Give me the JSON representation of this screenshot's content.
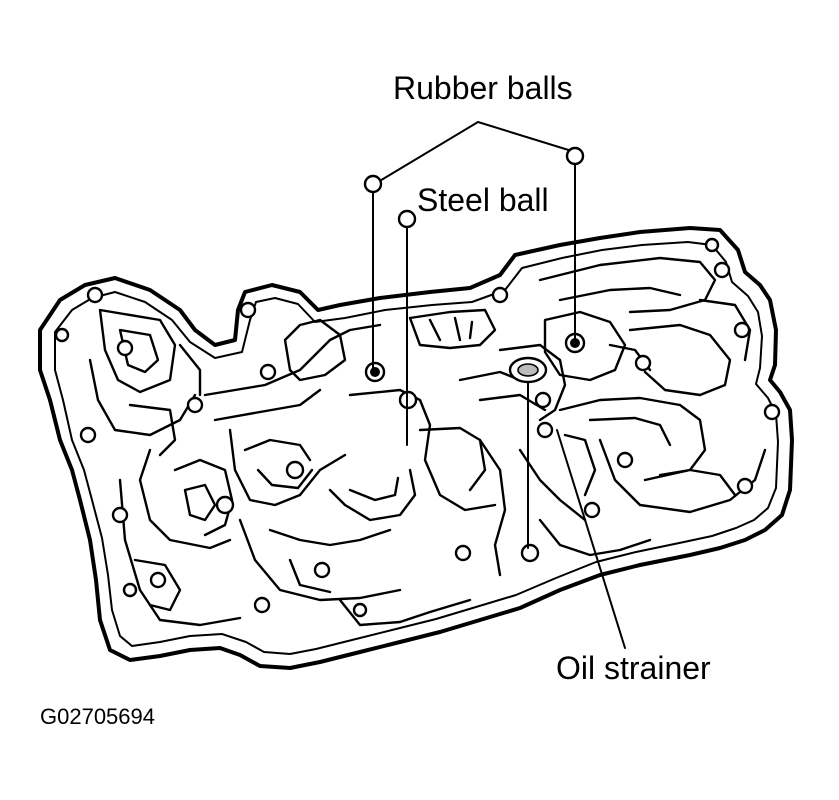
{
  "diagram": {
    "labels": {
      "rubber_balls": "Rubber balls",
      "steel_ball": "Steel ball",
      "oil_strainer": "Oil strainer"
    },
    "figure_code": "G02705694"
  }
}
